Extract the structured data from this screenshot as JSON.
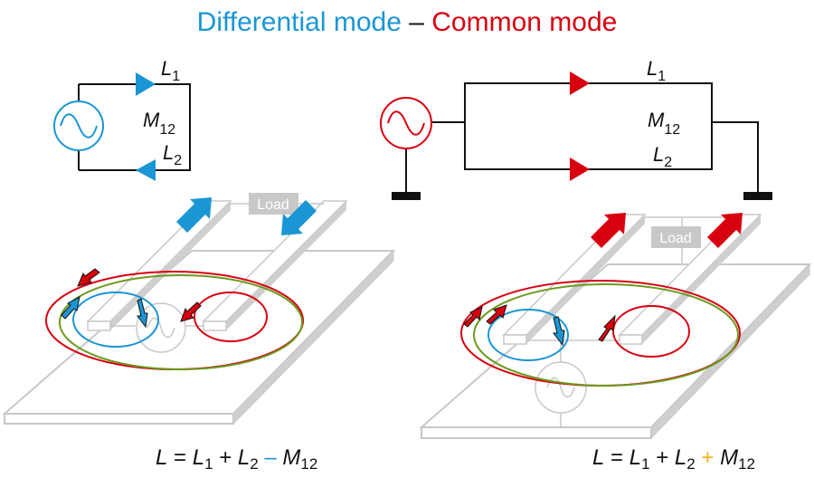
{
  "title": {
    "differential": "Differential mode",
    "separator": "–",
    "common": "Common mode"
  },
  "colors": {
    "differential": "#1b96d4",
    "common": "#d8000f",
    "mutual_plus": "#f2b417",
    "loop_green": "#6a9a1f",
    "board_gray": "#c8c8c8",
    "wire": "#111111"
  },
  "differential_circuit": {
    "source_icon": "ac-source-icon",
    "labels": {
      "l1": "L",
      "l1_sub": "1",
      "m": "M",
      "m_sub": "12",
      "l2": "L",
      "l2_sub": "2"
    }
  },
  "common_circuit": {
    "source_icon": "ac-source-icon",
    "ground_icon": "ground-icon",
    "labels": {
      "l1": "L",
      "l1_sub": "1",
      "m": "M",
      "m_sub": "12",
      "l2": "L",
      "l2_sub": "2"
    }
  },
  "left_board": {
    "load_label": "Load"
  },
  "right_board": {
    "load_label": "Load"
  },
  "formulas": {
    "differential": {
      "L": "L",
      "eq": " = ",
      "L1": "L",
      "s1": "1",
      "plus": " + ",
      "L2": "L",
      "s2": "2",
      "op": " – ",
      "M": "M",
      "sM": "12"
    },
    "common": {
      "L": "L",
      "eq": " = ",
      "L1": "L",
      "s1": "1",
      "plus": " + ",
      "L2": "L",
      "s2": "2",
      "op": " + ",
      "M": "M",
      "sM": "12"
    }
  }
}
